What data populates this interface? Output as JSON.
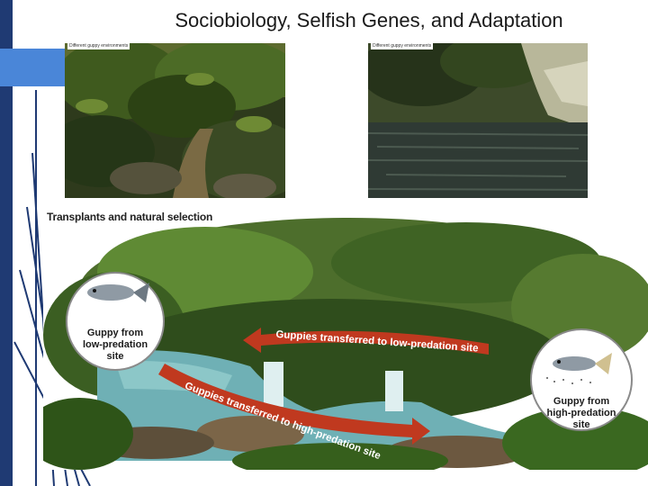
{
  "slide": {
    "title": "Sociobiology, Selfish Genes, and Adaptation"
  },
  "photos": [
    {
      "caption": "Different guppy environments"
    },
    {
      "caption": "Different guppy environments"
    }
  ],
  "diagram": {
    "title": "Transplants and natural selection",
    "left_circle_label": [
      "Guppy from",
      "low-predation",
      "site"
    ],
    "right_circle_label": [
      "Guppy from",
      "high-predation",
      "site"
    ],
    "arrow_low": "Guppies transferred to low-predation site",
    "arrow_high": "Guppies transferred to high-predation site"
  },
  "colors": {
    "sidebar_dark": "#1f3a73",
    "sidebar_accent": "#4a86d8",
    "arrow_red": "#c0391f"
  }
}
